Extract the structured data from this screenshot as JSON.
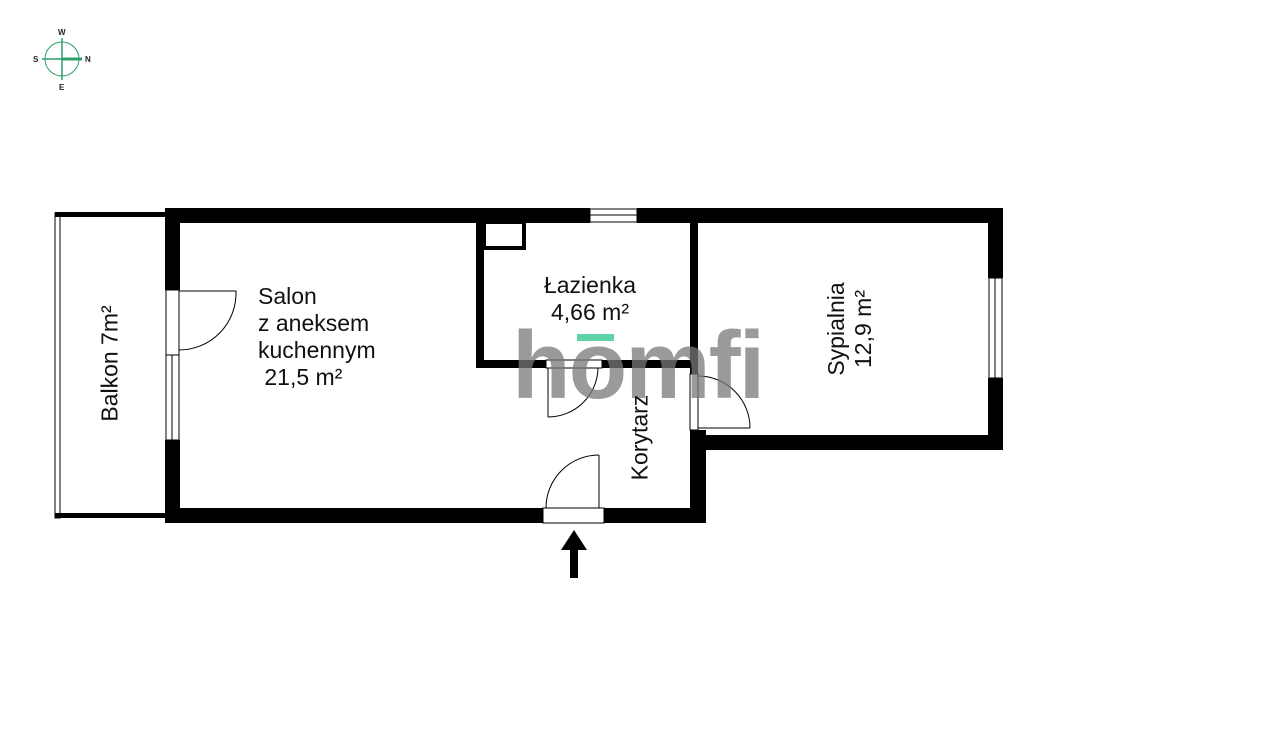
{
  "floorplan": {
    "rooms": [
      {
        "id": "salon",
        "lines": [
          "Salon",
          "z aneksem",
          "kuchennym",
          " 21,5 m²"
        ]
      },
      {
        "id": "lazienka",
        "name": "Łazienka",
        "area": "4,66 m²"
      },
      {
        "id": "sypialnia",
        "name": "Sypialnia",
        "area": "12,9 m²"
      },
      {
        "id": "balkon",
        "label": "Balkon 7m²"
      },
      {
        "id": "korytarz",
        "label": "Korytarz"
      }
    ],
    "entrance_arrow": "arrow-up-icon"
  },
  "compass": {
    "top": "W",
    "bottom": "E",
    "left": "S",
    "right": "N",
    "color": "#2e9e6a"
  },
  "watermark": {
    "text": "homfi",
    "accent": "#5fd3a8"
  }
}
